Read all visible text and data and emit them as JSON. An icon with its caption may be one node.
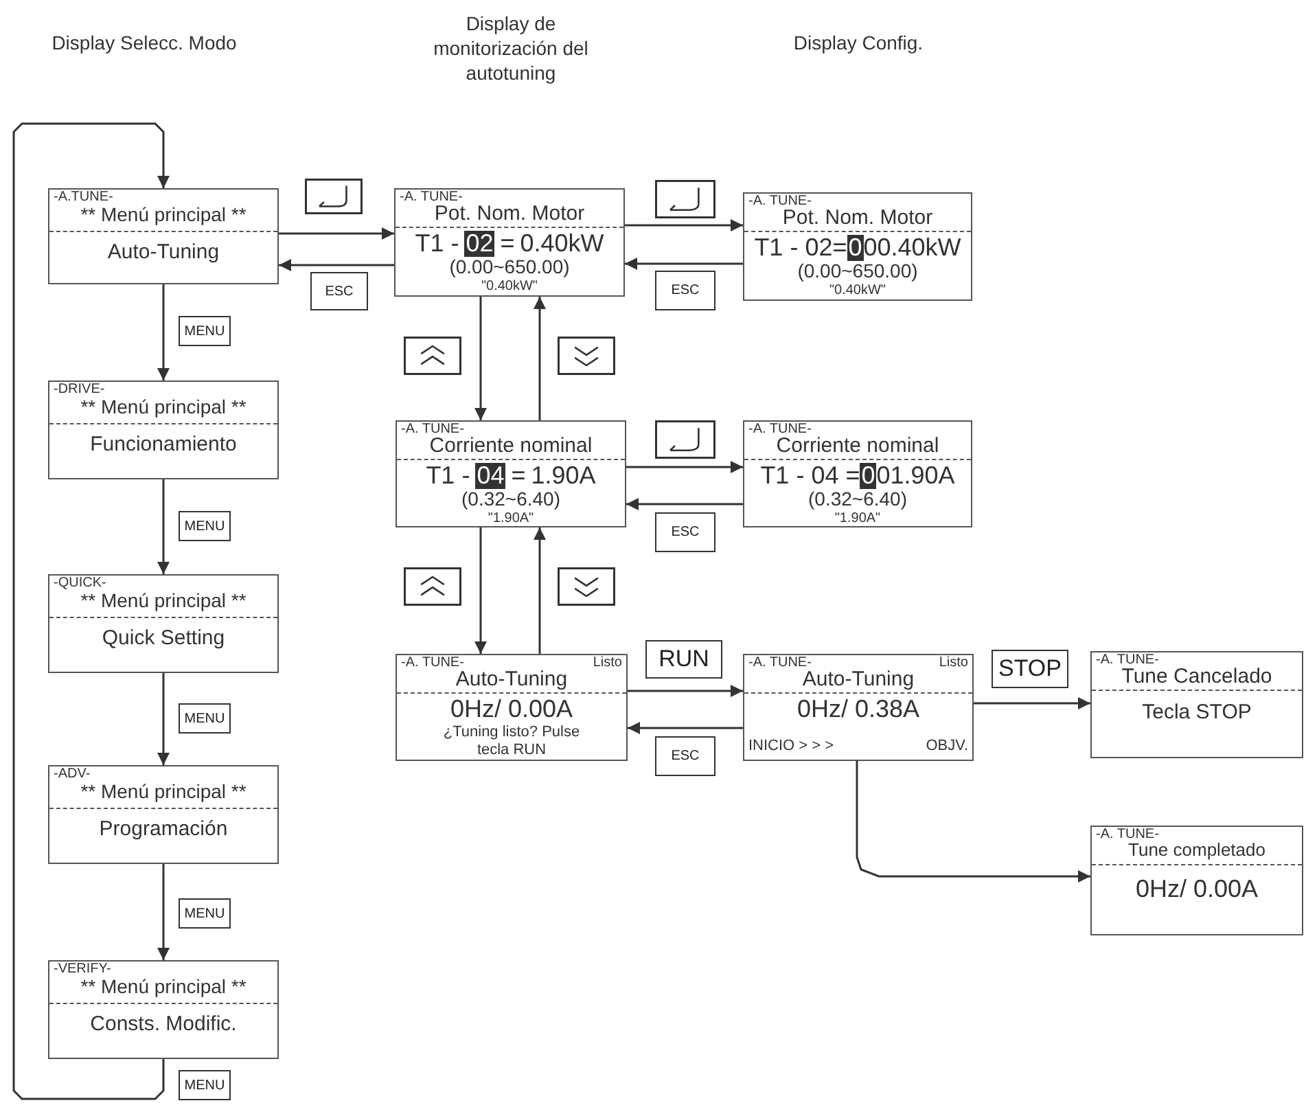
{
  "diagram": {
    "nodes": [
      {
        "text": [
          "-A.TUNE-",
          "** Menú principal **",
          "Auto-Tuning"
        ]
      },
      {
        "text": [
          "-DRIVE-",
          "** Menú principal **",
          "Funcionamiento"
        ]
      },
      {
        "text": [
          "-QUICK-",
          "** Menú principal **",
          "Quick Setting"
        ]
      },
      {
        "text": [
          "-ADV-",
          "** Menú principal **",
          "Programación"
        ]
      },
      {
        "text": [
          "-VERIFY-",
          "** Menú principal **",
          "Consts. Modific."
        ]
      },
      {
        "text": [
          "-A. TUNE-",
          "Pot. Nom. Motor",
          "T1 -",
          "02",
          "=",
          "0.40kW",
          "(0.00~650.00)",
          "\"0.40kW\""
        ]
      },
      {
        "text": [
          "-A. TUNE-",
          "Pot. Nom. Motor",
          "T1 - 02=",
          "0",
          "00.40kW",
          "(0.00~650.00)",
          "\"0.40kW\""
        ]
      },
      {
        "text": [
          "-A. TUNE-",
          "Corriente nominal",
          "T1 -",
          "04",
          "=",
          "1.90A",
          "(0.32~6.40)",
          "\"1.90A\""
        ]
      },
      {
        "text": [
          "-A. TUNE-",
          "Corriente nominal",
          "T1 - 04 =",
          "0",
          "01.90A",
          "(0.32~6.40)",
          "\"1.90A\""
        ]
      },
      {
        "text": [
          "-A. TUNE-",
          "Listo",
          "Auto-Tuning",
          "0Hz/ 0.00A",
          "¿Tuning listo? Pulse tecla RUN"
        ]
      },
      {
        "text": [
          "-A. TUNE-",
          "Listo",
          "Auto-Tuning",
          "0Hz/ 0.38A",
          "INICIO > > >",
          "OBJV."
        ]
      },
      {
        "text": [
          "-A. TUNE-",
          "Tune Cancelado",
          "Tecla STOP"
        ]
      },
      {
        "text": [
          "-A. TUNE-",
          "Tune completado",
          "0Hz/ 0.00A"
        ]
      }
    ],
    "edges": [
      {
        "from": 0,
        "to": 1,
        "arrow": "to",
        "label": "MENU"
      },
      {
        "from": 1,
        "to": 2,
        "arrow": "to",
        "label": "MENU"
      },
      {
        "from": 2,
        "to": 3,
        "arrow": "to",
        "label": "MENU"
      },
      {
        "from": 3,
        "to": 4,
        "arrow": "to",
        "label": "MENU"
      },
      {
        "from": 4,
        "to": 0,
        "arrow": "to",
        "label": "MENU"
      },
      {
        "from": 0,
        "to": 5,
        "arrow": "to"
      },
      {
        "from": 5,
        "to": 0,
        "arrow": "to",
        "label": "ESC"
      },
      {
        "from": 5,
        "to": 6,
        "arrow": "to"
      },
      {
        "from": 6,
        "to": 5,
        "arrow": "to",
        "label": "ESC"
      },
      {
        "from": 5,
        "to": 7,
        "arrow": "to"
      },
      {
        "from": 7,
        "to": 5,
        "arrow": "to"
      },
      {
        "from": 7,
        "to": 8,
        "arrow": "to"
      },
      {
        "from": 8,
        "to": 7,
        "arrow": "to",
        "label": "ESC"
      },
      {
        "from": 7,
        "to": 9,
        "arrow": "to"
      },
      {
        "from": 9,
        "to": 7,
        "arrow": "to"
      },
      {
        "from": 9,
        "to": 10,
        "arrow": "to",
        "label": "RUN"
      },
      {
        "from": 10,
        "to": 9,
        "arrow": "to",
        "label": "ESC"
      },
      {
        "from": 10,
        "to": 11,
        "arrow": "to",
        "label": "STOP"
      },
      {
        "from": 10,
        "to": 12,
        "arrow": "to"
      }
    ],
    "labels": [
      "Display Selecc. Modo",
      "Display de monitorización del autotuning",
      "Display Config."
    ]
  }
}
